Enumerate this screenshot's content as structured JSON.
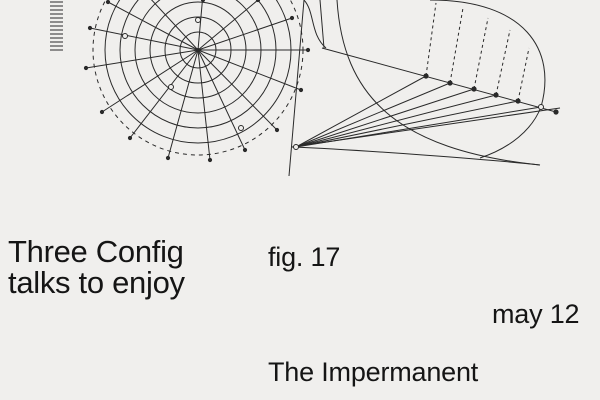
{
  "poster": {
    "headline_line1": "Three Config",
    "headline_line2": "talks to enjoy",
    "figure_label": "fig. 17",
    "date": "may 12",
    "talk_title": "The Impermanent"
  },
  "colors": {
    "background": "#f0efed",
    "ink": "#151515",
    "line": "#2a2a2a"
  }
}
